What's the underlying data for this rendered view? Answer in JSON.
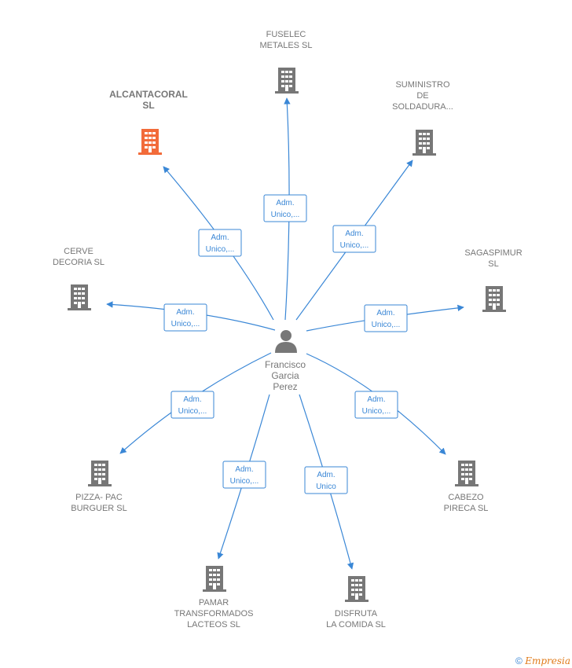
{
  "center": {
    "icon": "person-icon",
    "name_lines": [
      "Francisco",
      "Garcia",
      "Perez"
    ]
  },
  "companies": [
    {
      "id": "fuselec",
      "name_lines": [
        "FUSELEC",
        "METALES  SL"
      ],
      "role_lines": [
        "Adm.",
        "Unico,..."
      ],
      "highlight": false
    },
    {
      "id": "suministro",
      "name_lines": [
        "SUMINISTRO",
        "DE",
        "SOLDADURA..."
      ],
      "role_lines": [
        "Adm.",
        "Unico,..."
      ],
      "highlight": false
    },
    {
      "id": "alcantacoral",
      "name_lines": [
        "ALCANTACORAL",
        "SL"
      ],
      "role_lines": [
        "Adm.",
        "Unico,..."
      ],
      "highlight": true
    },
    {
      "id": "cerve",
      "name_lines": [
        "CERVE",
        "DECORIA  SL"
      ],
      "role_lines": [
        "Adm.",
        "Unico,..."
      ],
      "highlight": false
    },
    {
      "id": "sagaspimur",
      "name_lines": [
        "SAGASPIMUR",
        "SL"
      ],
      "role_lines": [
        "Adm.",
        "Unico,..."
      ],
      "highlight": false
    },
    {
      "id": "pizza",
      "name_lines": [
        "PIZZA- PAC",
        "BURGUER SL"
      ],
      "role_lines": [
        "Adm.",
        "Unico,..."
      ],
      "highlight": false
    },
    {
      "id": "cabezo",
      "name_lines": [
        "CABEZO",
        "PIRECA  SL"
      ],
      "role_lines": [
        "Adm.",
        "Unico,..."
      ],
      "highlight": false
    },
    {
      "id": "pamar",
      "name_lines": [
        "PAMAR",
        "TRANSFORMADOS",
        "LACTEOS  SL"
      ],
      "role_lines": [
        "Adm.",
        "Unico,..."
      ],
      "highlight": false
    },
    {
      "id": "disfruta",
      "name_lines": [
        "DISFRUTA",
        "LA COMIDA SL"
      ],
      "role_lines": [
        "Adm.",
        "Unico"
      ],
      "highlight": false
    }
  ],
  "colors": {
    "edge": "#3a87d6",
    "building": "#777777",
    "building_highlight": "#f26b3a",
    "label": "#777777"
  },
  "footer": {
    "copyright_symbol": "©",
    "brand": "Empresia"
  }
}
